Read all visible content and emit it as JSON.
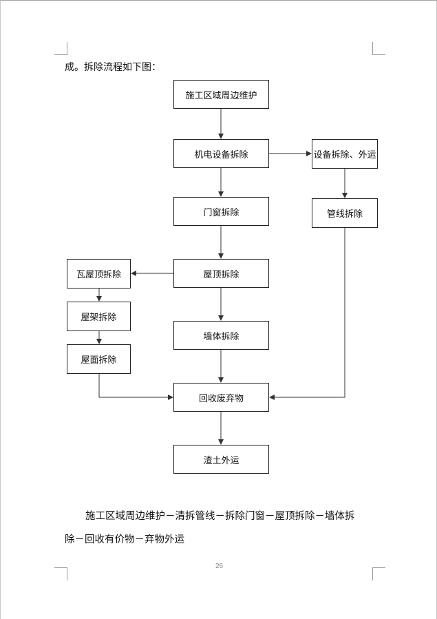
{
  "intro_text": "成。拆除流程如下图：",
  "flowchart": {
    "n1": "施工区域周边维护",
    "n2": "机电设备拆除",
    "n3": "门窗拆除",
    "n4": "屋顶拆除",
    "n5": "墙体拆除",
    "n6": "回收废弃物",
    "n7": "渣土外运",
    "r1": "设备拆除、外运",
    "r2": "管线拆除",
    "l1": "瓦屋顶拆除",
    "l2": "屋架拆除",
    "l3": "屋面拆除"
  },
  "summary": {
    "line1": "施工区域周边维护－清拆管线－拆除门窗－屋顶拆除－墙体拆",
    "line2": "除－回收有价物－弃物外运"
  },
  "page_number": "26"
}
